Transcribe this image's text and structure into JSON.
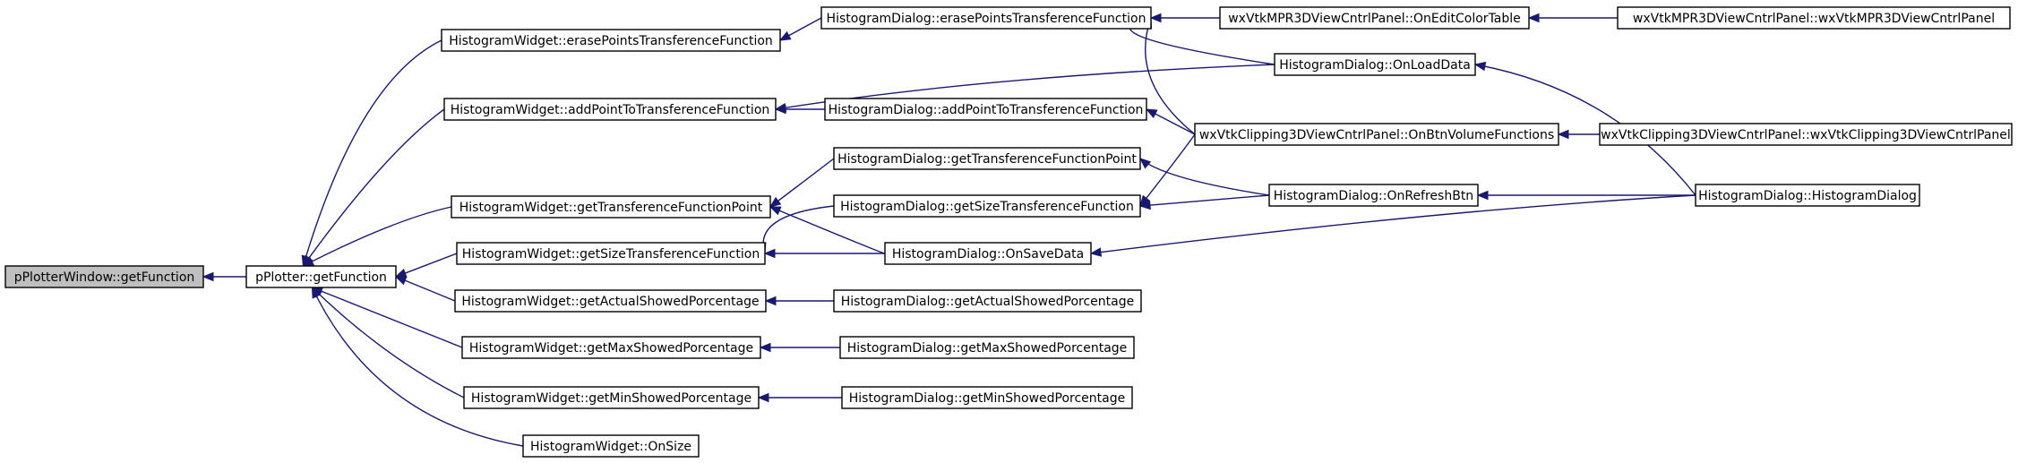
{
  "graph": {
    "nodes": [
      {
        "id": "root",
        "label": "pPlotterWindow::getFunction",
        "root": true
      },
      {
        "id": "pp",
        "label": "pPlotter::getFunction"
      },
      {
        "id": "hw_erase",
        "label": "HistogramWidget::erasePointsTransferenceFunction"
      },
      {
        "id": "hw_add",
        "label": "HistogramWidget::addPointToTransferenceFunction"
      },
      {
        "id": "hw_gtfp",
        "label": "HistogramWidget::getTransferenceFunctionPoint"
      },
      {
        "id": "hw_gstf",
        "label": "HistogramWidget::getSizeTransferenceFunction"
      },
      {
        "id": "hw_gasp",
        "label": "HistogramWidget::getActualShowedPorcentage"
      },
      {
        "id": "hw_gmaxsp",
        "label": "HistogramWidget::getMaxShowedPorcentage"
      },
      {
        "id": "hw_gminsp",
        "label": "HistogramWidget::getMinShowedPorcentage"
      },
      {
        "id": "hw_onsize",
        "label": "HistogramWidget::OnSize"
      },
      {
        "id": "hd_erase",
        "label": "HistogramDialog::erasePointsTransferenceFunction"
      },
      {
        "id": "hd_add",
        "label": "HistogramDialog::addPointToTransferenceFunction"
      },
      {
        "id": "hd_gtfp",
        "label": "HistogramDialog::getTransferenceFunctionPoint"
      },
      {
        "id": "hd_gstf",
        "label": "HistogramDialog::getSizeTransferenceFunction"
      },
      {
        "id": "hd_onsave",
        "label": "HistogramDialog::OnSaveData"
      },
      {
        "id": "hd_gasp",
        "label": "HistogramDialog::getActualShowedPorcentage"
      },
      {
        "id": "hd_gmaxsp",
        "label": "HistogramDialog::getMaxShowedPorcentage"
      },
      {
        "id": "hd_gminsp",
        "label": "HistogramDialog::getMinShowedPorcentage"
      },
      {
        "id": "mpr_edit",
        "label": "wxVtkMPR3DViewCntrlPanel::OnEditColorTable"
      },
      {
        "id": "hd_onload",
        "label": "HistogramDialog::OnLoadData"
      },
      {
        "id": "clip_btn",
        "label": "wxVtkClipping3DViewCntrlPanel::OnBtnVolumeFunctions"
      },
      {
        "id": "hd_refresh",
        "label": "HistogramDialog::OnRefreshBtn"
      },
      {
        "id": "mpr_ctor",
        "label": "wxVtkMPR3DViewCntrlPanel::wxVtkMPR3DViewCntrlPanel"
      },
      {
        "id": "clip_ctor",
        "label": "wxVtkClipping3DViewCntrlPanel::wxVtkClipping3DViewCntrlPanel"
      },
      {
        "id": "hd_ctor",
        "label": "HistogramDialog::HistogramDialog"
      }
    ],
    "edges": [
      {
        "from": "pp",
        "to": "root"
      },
      {
        "from": "hw_erase",
        "to": "pp"
      },
      {
        "from": "hw_add",
        "to": "pp"
      },
      {
        "from": "hw_gtfp",
        "to": "pp"
      },
      {
        "from": "hw_gstf",
        "to": "pp"
      },
      {
        "from": "hw_gasp",
        "to": "pp"
      },
      {
        "from": "hw_gmaxsp",
        "to": "pp"
      },
      {
        "from": "hw_gminsp",
        "to": "pp"
      },
      {
        "from": "hw_onsize",
        "to": "pp"
      },
      {
        "from": "hd_erase",
        "to": "hw_erase"
      },
      {
        "from": "hd_add",
        "to": "hw_add"
      },
      {
        "from": "hd_onload",
        "to": "hw_add"
      },
      {
        "from": "hd_gtfp",
        "to": "hw_gtfp"
      },
      {
        "from": "hd_onsave",
        "to": "hw_gtfp"
      },
      {
        "from": "hd_gstf",
        "to": "hw_gstf"
      },
      {
        "from": "hd_onsave",
        "to": "hw_gstf"
      },
      {
        "from": "hd_gasp",
        "to": "hw_gasp"
      },
      {
        "from": "hd_gmaxsp",
        "to": "hw_gmaxsp"
      },
      {
        "from": "hd_gminsp",
        "to": "hw_gminsp"
      },
      {
        "from": "mpr_edit",
        "to": "hd_erase"
      },
      {
        "from": "hd_onload",
        "to": "hd_erase"
      },
      {
        "from": "clip_btn",
        "to": "hd_erase"
      },
      {
        "from": "clip_btn",
        "to": "hd_add"
      },
      {
        "from": "hd_refresh",
        "to": "hd_gtfp"
      },
      {
        "from": "clip_btn",
        "to": "hd_gstf"
      },
      {
        "from": "hd_refresh",
        "to": "hd_gstf"
      },
      {
        "from": "hd_ctor",
        "to": "hd_onsave"
      },
      {
        "from": "mpr_ctor",
        "to": "mpr_edit"
      },
      {
        "from": "hd_ctor",
        "to": "hd_onload"
      },
      {
        "from": "clip_ctor",
        "to": "clip_btn"
      },
      {
        "from": "hd_ctor",
        "to": "hd_refresh"
      }
    ]
  }
}
